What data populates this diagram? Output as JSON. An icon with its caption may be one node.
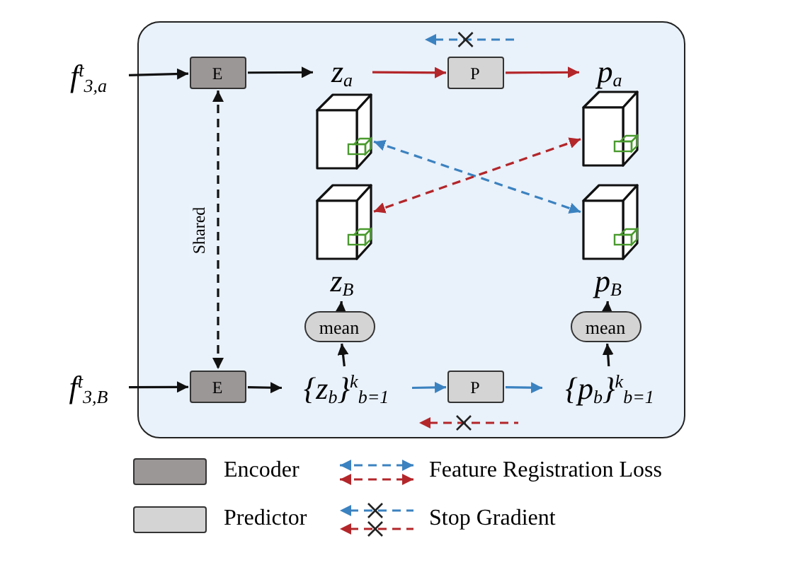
{
  "diagram": {
    "nodes": [
      {
        "text": [],
        "shape": "box"
      },
      {
        "text": [
          "f$^{t}$$_{3,a}$"
        ]
      },
      {
        "text": [
          "E"
        ],
        "in": 0
      },
      {
        "text": [
          "z$_{a}$"
        ],
        "in": 0
      },
      {
        "text": [
          "P"
        ],
        "in": 0
      },
      {
        "text": [
          "p$_{a}$"
        ],
        "in": 0
      },
      {
        "text": [],
        "shape": "cube",
        "in": 0
      },
      {
        "text": [],
        "shape": "cube",
        "in": 0
      },
      {
        "text": [],
        "shape": "cube",
        "in": 0
      },
      {
        "text": [],
        "shape": "cube",
        "in": 0
      },
      {
        "text": [
          "z$_{B}$"
        ],
        "in": 0
      },
      {
        "text": [
          "p$_{B}$"
        ],
        "in": 0
      },
      {
        "text": [
          "mean"
        ],
        "in": 0
      },
      {
        "text": [
          "mean"
        ],
        "in": 0
      },
      {
        "text": [
          "f$^{t}$$_{3,B}$"
        ]
      },
      {
        "text": [
          "E"
        ],
        "in": 0
      },
      {
        "text": [
          "{z$_{b}$}$^{k}$$_{b=1}$"
        ],
        "in": 0
      },
      {
        "text": [
          "P"
        ],
        "in": 0
      },
      {
        "text": [
          "{p$_{b}$}$^{k}$$_{b=1}$"
        ],
        "in": 0
      }
    ],
    "edges": [
      {
        "from": 1,
        "to": 2,
        "arrow": "to"
      },
      {
        "from": 2,
        "to": 3,
        "arrow": "to"
      },
      {
        "from": 3,
        "to": 4,
        "arrow": "to",
        "color": "#b3262a"
      },
      {
        "from": 4,
        "to": 5,
        "arrow": "to",
        "color": "#b3262a"
      },
      {
        "from": 6,
        "to": 9,
        "arrow": "both",
        "style": "dashed",
        "color": "#3b82c0"
      },
      {
        "from": 7,
        "to": 8,
        "arrow": "both",
        "style": "dashed",
        "color": "#b3262a"
      },
      {
        "from": 2,
        "to": 15,
        "arrow": "both",
        "style": "dashed",
        "label": "Shared"
      },
      {
        "from": 12,
        "to": 10,
        "arrow": "to"
      },
      {
        "from": 16,
        "to": 12,
        "arrow": "to"
      },
      {
        "from": 13,
        "to": 11,
        "arrow": "to"
      },
      {
        "from": 18,
        "to": 13,
        "arrow": "to"
      },
      {
        "from": 14,
        "to": 15,
        "arrow": "to"
      },
      {
        "from": 15,
        "to": 16,
        "arrow": "to"
      },
      {
        "from": 16,
        "to": 17,
        "arrow": "to",
        "color": "#3b82c0"
      },
      {
        "from": 17,
        "to": 18,
        "arrow": "to",
        "color": "#3b82c0"
      }
    ],
    "legend": [
      {
        "text": "Encoder",
        "color": "#9c9797"
      },
      {
        "text": "Feature Registration Loss"
      },
      {
        "text": "Predictor",
        "color": "#d4d4d4"
      },
      {
        "text": "Stop Gradient"
      }
    ]
  }
}
